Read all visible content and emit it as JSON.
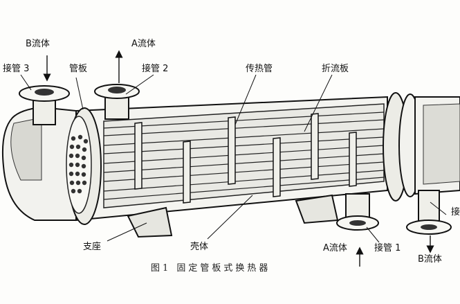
{
  "labels": {
    "b_fluid_top": "B流体",
    "a_fluid_top": "A流体",
    "nozzle_3": "接管 3",
    "tube_sheet": "管板",
    "nozzle_2": "接管 2",
    "heat_tube": "传热管",
    "baffle": "折流板",
    "support": "支座",
    "shell": "壳体",
    "a_fluid_bottom": "A流体",
    "nozzle_1": "接管 1",
    "b_fluid_bottom": "B流体",
    "nozzle_right_partial": "接"
  },
  "caption": "图1 固定管板式换热器"
}
